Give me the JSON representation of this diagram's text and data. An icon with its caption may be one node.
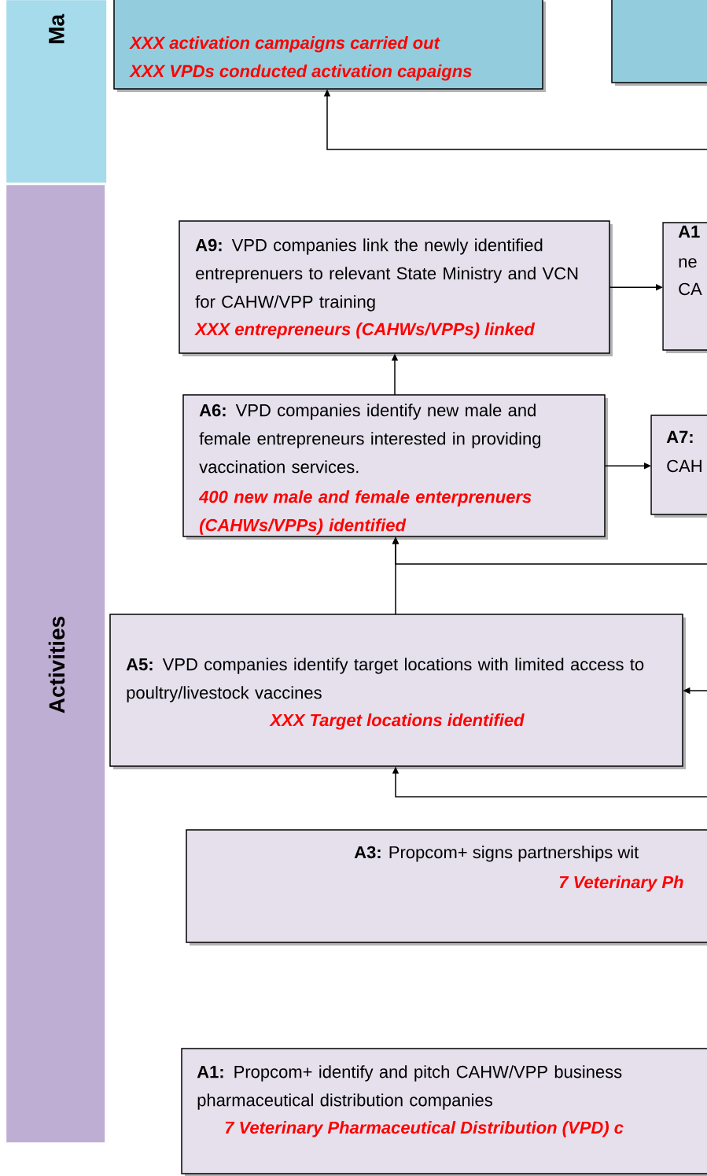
{
  "diagram": {
    "nodes": [
      {
        "text": [
          "Ma"
        ]
      },
      {
        "text": [
          "Activities"
        ]
      },
      {
        "text": [
          "XXX activation campaigns carried out",
          "XXX VPDs conducted activation capaigns"
        ]
      },
      {
        "text": [],
        "shape": "box"
      },
      {
        "text": [
          "**A9:** VPD companies link the newly identified entreprenuers to relevant State Ministry and VCN for CAHW/VPP training",
          "XXX entrepreneurs (CAHWs/VPPs)  linked"
        ]
      },
      {
        "text": [
          "A1",
          "ne",
          "CA"
        ]
      },
      {
        "text": [
          "**A6:** VPD companies identify new male and female entrepreneurs interested in providing vaccination services.",
          "400 new male and female enterprenuers (CAHWs/VPPs) identified"
        ]
      },
      {
        "text": [
          "A7:",
          "CAH"
        ]
      },
      {
        "text": [
          "**A5:** VPD companies identify target locations with limited access to poultry/livestock vaccines",
          "XXX Target locations identified"
        ]
      },
      {
        "text": [
          "**A3:** Propcom+ signs partnerships wit",
          "7 Veterinary Ph"
        ]
      },
      {
        "text": [
          "**A1:** Propcom+ identify and pitch CAHW/VPP business pharmaceutical distribution companies",
          "7 Veterinary Pharmaceutical Distribution (VPD)  c"
        ]
      }
    ],
    "edges": [
      {
        "from": null,
        "to": 2,
        "arrow": "to"
      },
      {
        "from": 4,
        "to": 5,
        "arrow": "to"
      },
      {
        "from": 6,
        "to": 4,
        "arrow": "to"
      },
      {
        "from": 6,
        "to": 7,
        "arrow": "to"
      },
      {
        "from": 8,
        "to": 6,
        "arrow": "to"
      },
      {
        "from": null,
        "to": 6,
        "arrow": "to"
      },
      {
        "from": null,
        "to": 8,
        "arrow": "to"
      },
      {
        "from": null,
        "to": 8,
        "arrow": "to"
      }
    ]
  }
}
